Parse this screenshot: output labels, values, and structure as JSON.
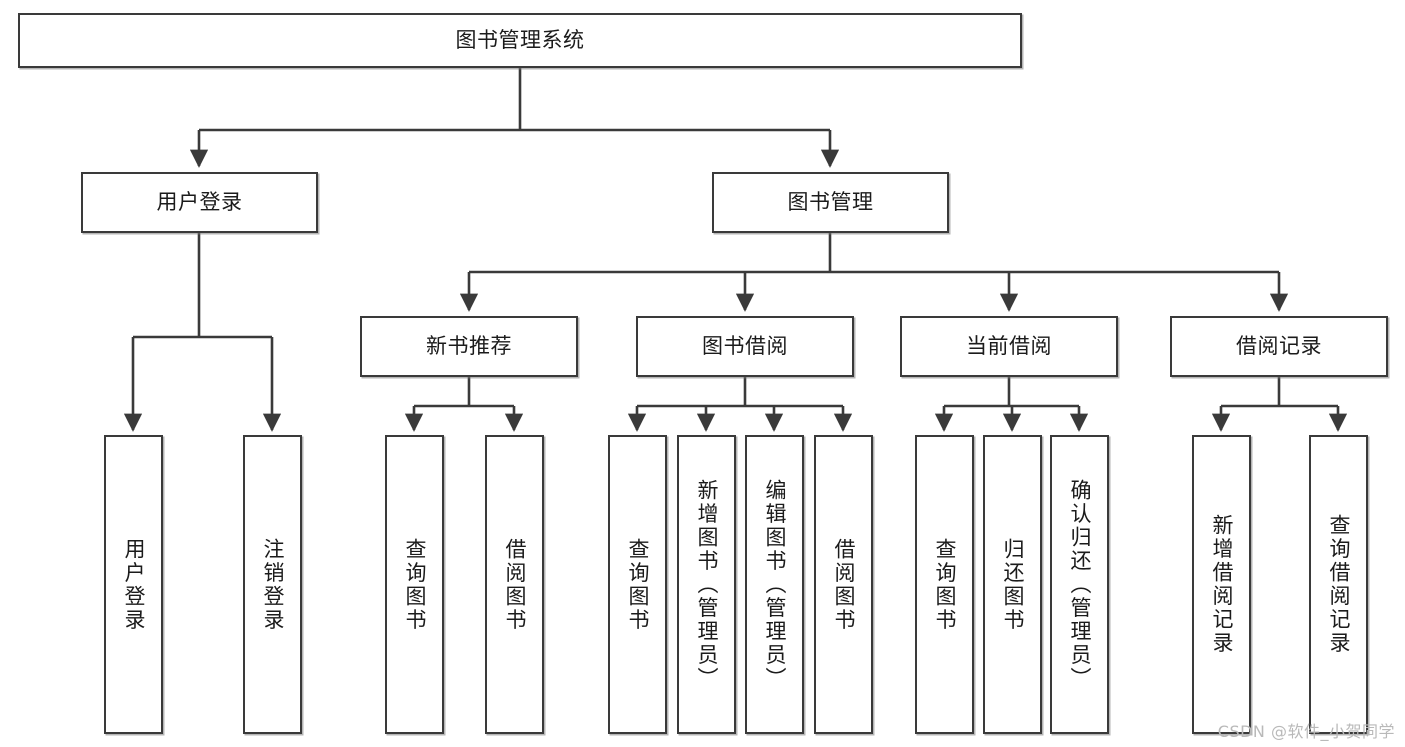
{
  "diagram": {
    "title": "图书管理系统",
    "watermark": "CSDN @软件_小贺同学",
    "line_color": "#3a3a3a",
    "box_fill": "#ffffff",
    "text_color": "#1b1b1b",
    "root": {
      "label": "图书管理系统"
    },
    "level2": [
      {
        "label": "用户登录"
      },
      {
        "label": "图书管理"
      }
    ],
    "level3": [
      {
        "label": "新书推荐"
      },
      {
        "label": "图书借阅"
      },
      {
        "label": "当前借阅"
      },
      {
        "label": "借阅记录"
      }
    ],
    "leaves": {
      "user_login": [
        {
          "label": "用户登录"
        },
        {
          "label": "注销登录"
        }
      ],
      "new_book": [
        {
          "label": "查询图书"
        },
        {
          "label": "借阅图书"
        }
      ],
      "book_borrow": [
        {
          "label": "查询图书"
        },
        {
          "label": "新增图书（管理员）"
        },
        {
          "label": "编辑图书（管理员）"
        },
        {
          "label": "借阅图书"
        }
      ],
      "current_borrow": [
        {
          "label": "查询图书"
        },
        {
          "label": "归还图书"
        },
        {
          "label": "确认归还（管理员）"
        }
      ],
      "borrow_record": [
        {
          "label": "新增借阅记录"
        },
        {
          "label": "查询借阅记录"
        }
      ]
    }
  }
}
